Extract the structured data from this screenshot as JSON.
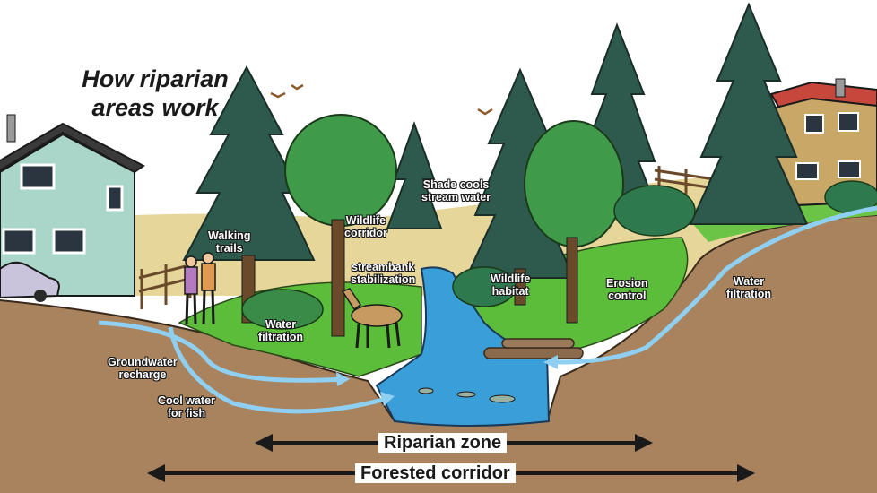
{
  "title": {
    "line1": "How riparian",
    "line2": "areas work"
  },
  "labels": {
    "walking_trails": {
      "line1": "Walking",
      "line2": "trails"
    },
    "wildlife_corridor": {
      "line1": "Wildlife",
      "line2": "corridor"
    },
    "streambank_stabilization": {
      "line1": "streambank",
      "line2": "stabilization"
    },
    "shade_cools": {
      "line1": "Shade cools",
      "line2": "stream water"
    },
    "wildlife_habitat": {
      "line1": "Wildlife",
      "line2": "habitat"
    },
    "erosion_control": {
      "line1": "Erosion",
      "line2": "control"
    },
    "water_filtration_left": {
      "line1": "Water",
      "line2": "filtration"
    },
    "water_filtration_right": {
      "line1": "Water",
      "line2": "filtration"
    },
    "groundwater_recharge": {
      "line1": "Groundwater",
      "line2": "recharge"
    },
    "cool_water": {
      "line1": "Cool water",
      "line2": "for fish"
    }
  },
  "zones": {
    "riparian": "Riparian zone",
    "forested": "Forested corridor"
  },
  "colors": {
    "soil": "#a8835e",
    "water": "#3a9fd8",
    "grass": "#5bbd3a",
    "tree_dark": "#2e5a4e",
    "tree_light": "#3f9a4a",
    "flow_arrow": "#8fd0f2",
    "house_left": "#a9d6c8",
    "house_right": "#c9a766"
  }
}
